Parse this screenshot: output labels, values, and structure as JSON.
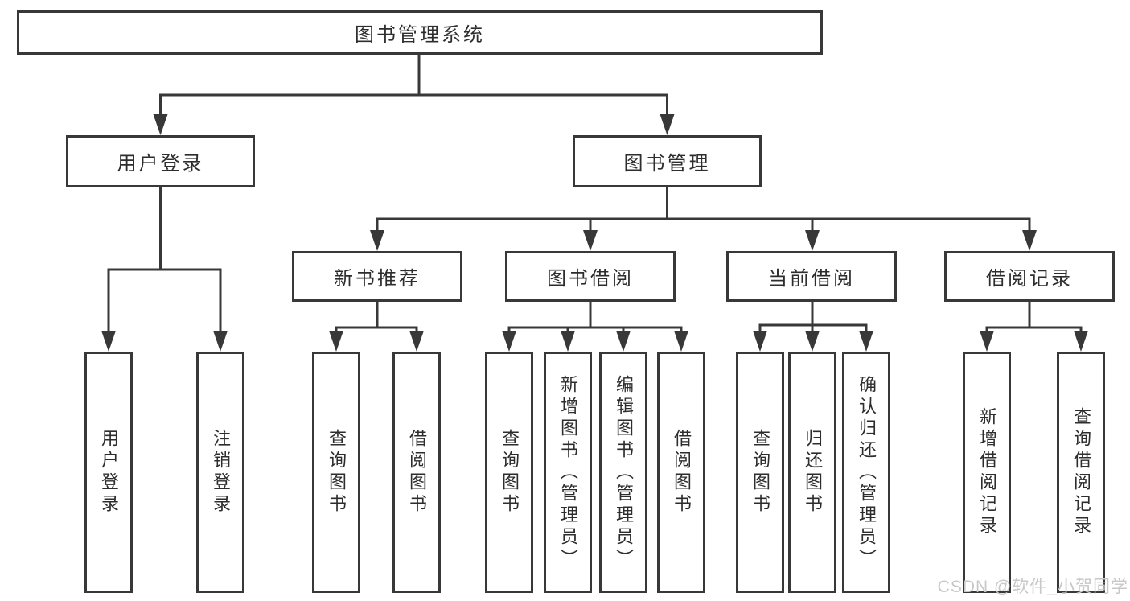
{
  "diagram": {
    "root": "图书管理系统",
    "branches": [
      {
        "label": "用户登录",
        "leaves": [
          "用户登录",
          "注销登录"
        ]
      },
      {
        "label": "图书管理",
        "groups": [
          {
            "label": "新书推荐",
            "leaves": [
              "查询图书",
              "借阅图书"
            ]
          },
          {
            "label": "图书借阅",
            "leaves": [
              "查询图书",
              "新增图书（管理员）",
              "编辑图书（管理员）",
              "借阅图书"
            ]
          },
          {
            "label": "当前借阅",
            "leaves": [
              "查询图书",
              "归还图书",
              "确认归还（管理员）"
            ]
          },
          {
            "label": "借阅记录",
            "leaves": [
              "新增借阅记录",
              "查询借阅记录"
            ]
          }
        ]
      }
    ],
    "line_color": "#383838",
    "text_color": "#2d2d2d"
  },
  "watermark": {
    "text": "CSDN @软件_小贺同学",
    "color": "#c8c8c8"
  }
}
